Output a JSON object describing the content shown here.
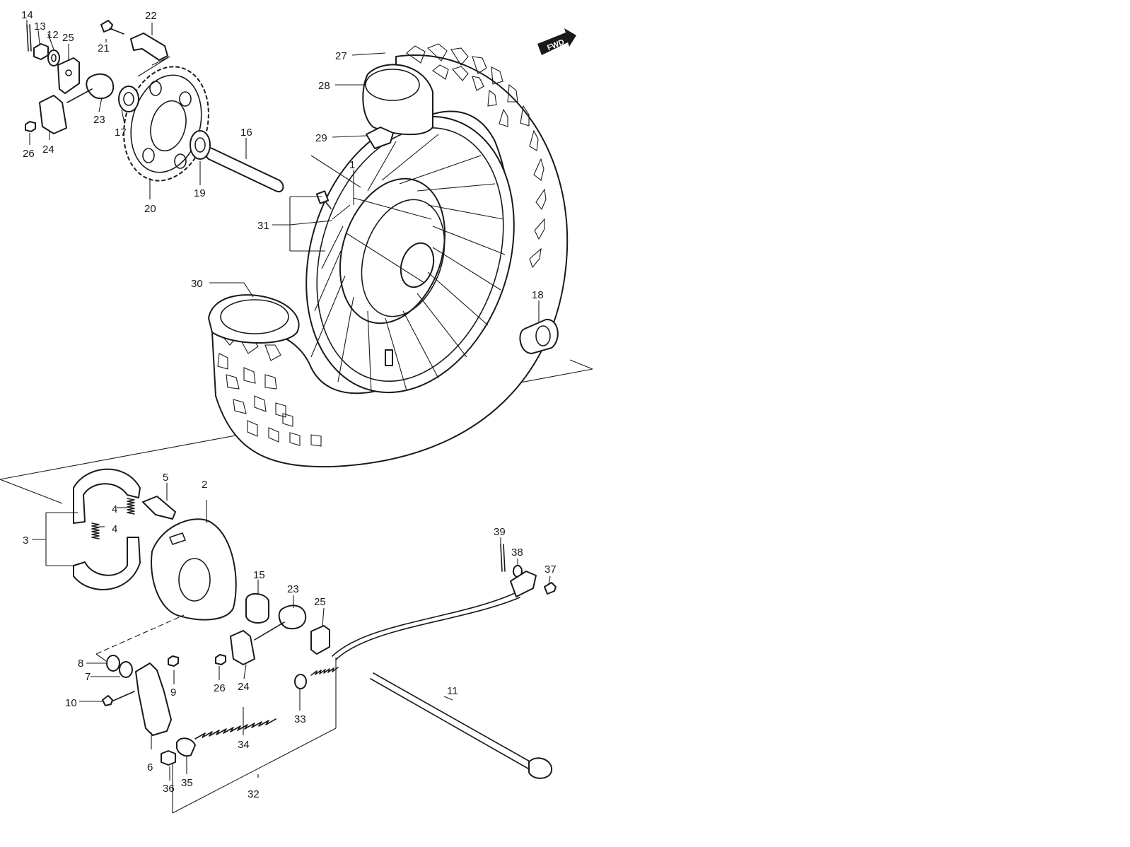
{
  "fwd_label": "FWD",
  "callouts": [
    "1",
    "2",
    "3",
    "4",
    "4",
    "5",
    "6",
    "7",
    "8",
    "9",
    "10",
    "11",
    "12",
    "13",
    "14",
    "15",
    "16",
    "17",
    "18",
    "19",
    "20",
    "21",
    "22",
    "23",
    "23",
    "24",
    "24",
    "25",
    "25",
    "26",
    "26",
    "27",
    "28",
    "29",
    "30",
    "31",
    "32",
    "33",
    "34",
    "35",
    "36",
    "37",
    "38",
    "39"
  ]
}
